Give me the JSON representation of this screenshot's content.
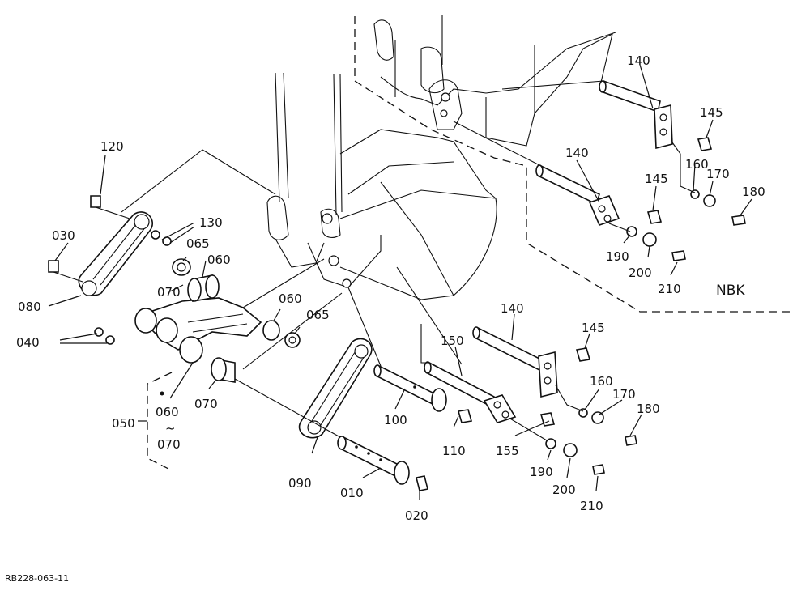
{
  "callouts": {
    "p120": "120",
    "p130": "130",
    "p030": "030",
    "p080": "080",
    "p040": "040",
    "p065a": "065",
    "p060a": "060",
    "p070a": "070",
    "p060b": "060",
    "p065b": "065",
    "p070b": "070",
    "p050": "050",
    "range_from": "060",
    "range_tilde": "~",
    "range_to": "070",
    "p090": "090",
    "p100": "100",
    "p110": "110",
    "p010": "010",
    "p020": "020",
    "p150": "150",
    "p155": "155",
    "p140c": "140",
    "p145c": "145",
    "p160c": "160",
    "p170c": "170",
    "p180c": "180",
    "p190c": "190",
    "p200c": "200",
    "p210c": "210",
    "p140a": "140",
    "p145a": "145",
    "p160a": "160",
    "p170a": "170",
    "p180a": "180",
    "p140b": "140",
    "p145b": "145",
    "p190b": "190",
    "p200b": "200",
    "p210b": "210"
  },
  "variant_label": "NBK",
  "drawing_number": "RB228-063-11"
}
